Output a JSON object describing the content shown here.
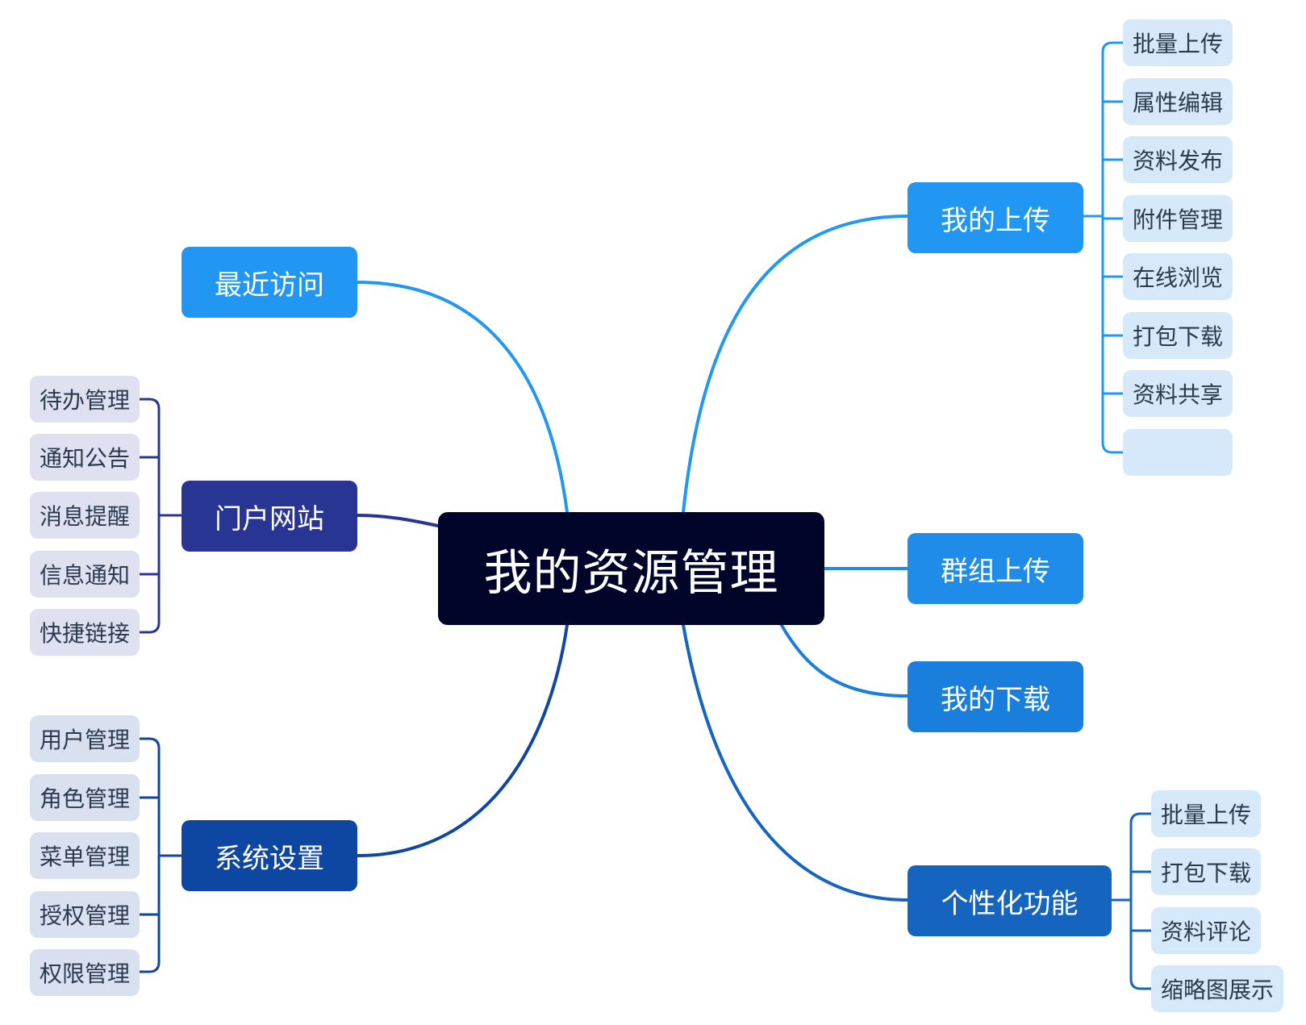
{
  "root": {
    "label": "我的资源管理"
  },
  "colors": {
    "root_fill": "#02052a",
    "my_upload": "#2196f3",
    "recent": "#2196f3",
    "group_upload": "#1e8ce8",
    "my_download": "#1a7fdc",
    "personal": "#1565c0",
    "portal": "#283593",
    "settings": "#0d47a1"
  },
  "branches": {
    "my_upload": {
      "label": "我的上传",
      "children": [
        "批量上传",
        "属性编辑",
        "资料发布",
        "附件管理",
        "在线浏览",
        "打包下载",
        "资料共享",
        ""
      ]
    },
    "group_upload": {
      "label": "群组上传"
    },
    "my_download": {
      "label": "我的下载"
    },
    "personal": {
      "label": "个性化功能",
      "children": [
        "批量上传",
        "打包下载",
        "资料评论",
        "缩略图展示"
      ]
    },
    "recent": {
      "label": "最近访问"
    },
    "portal": {
      "label": "门户网站",
      "children": [
        "待办管理",
        "通知公告",
        "消息提醒",
        "信息通知",
        "快捷链接"
      ]
    },
    "settings": {
      "label": "系统设置",
      "children": [
        "用户管理",
        "角色管理",
        "菜单管理",
        "授权管理",
        "权限管理"
      ]
    }
  }
}
